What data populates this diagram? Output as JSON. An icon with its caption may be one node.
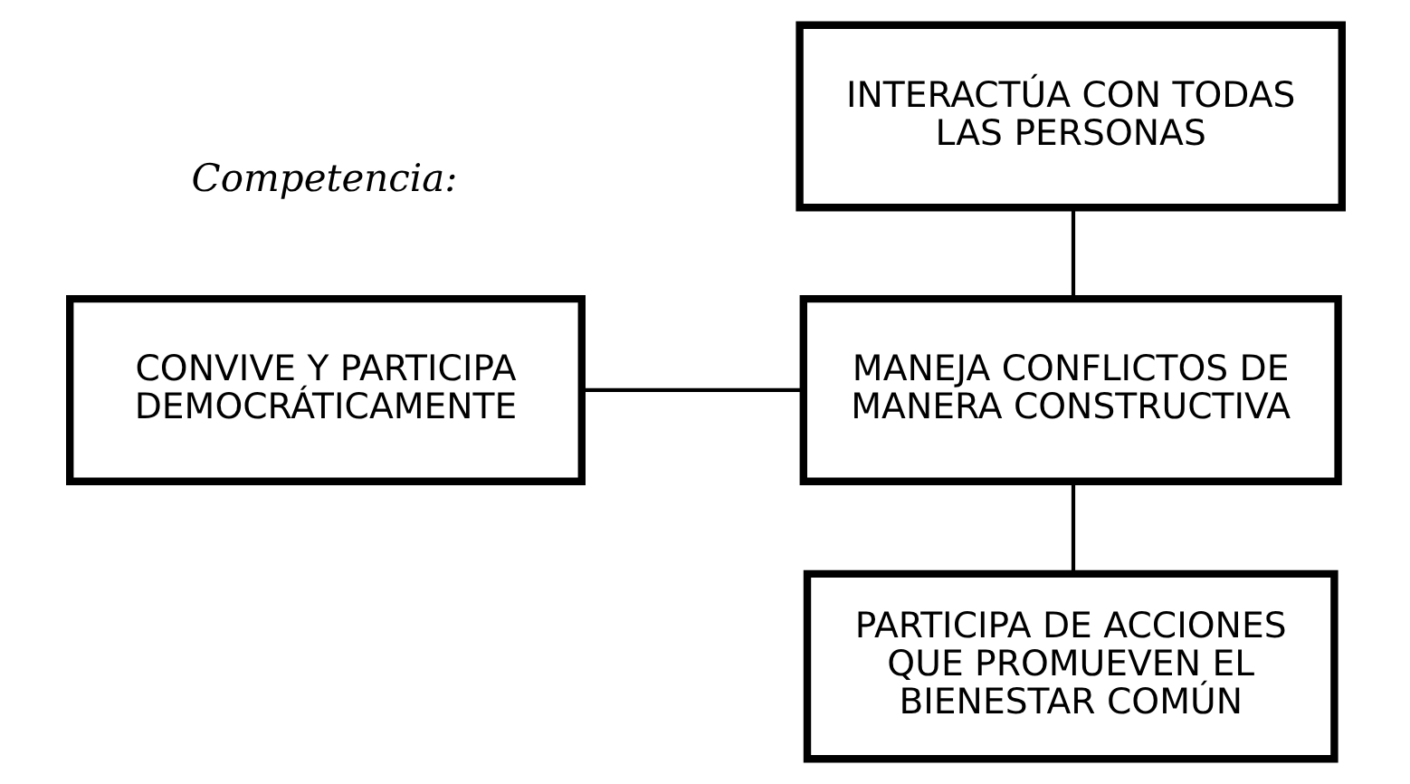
{
  "diagram": {
    "nodes": [
      {
        "text": [
          "INTERACTÚA CON TODAS LAS PERSONAS"
        ]
      },
      {
        "text": [
          "CONVIVE Y PARTICIPA DEMOCRÁTICAMENTE"
        ]
      },
      {
        "text": [
          "MANEJA CONFLICTOS DE MANERA CONSTRUCTIVA"
        ]
      },
      {
        "text": [
          "PARTICIPA DE ACCIONES QUE PROMUEVEN EL BIENESTAR COMÚN"
        ]
      }
    ],
    "edges": [
      {
        "from": 0,
        "to": 2,
        "arrow": "none"
      },
      {
        "from": 1,
        "to": 2,
        "arrow": "none"
      },
      {
        "from": 2,
        "to": 3,
        "arrow": "none"
      }
    ],
    "labels": [
      "Competencia:"
    ]
  }
}
